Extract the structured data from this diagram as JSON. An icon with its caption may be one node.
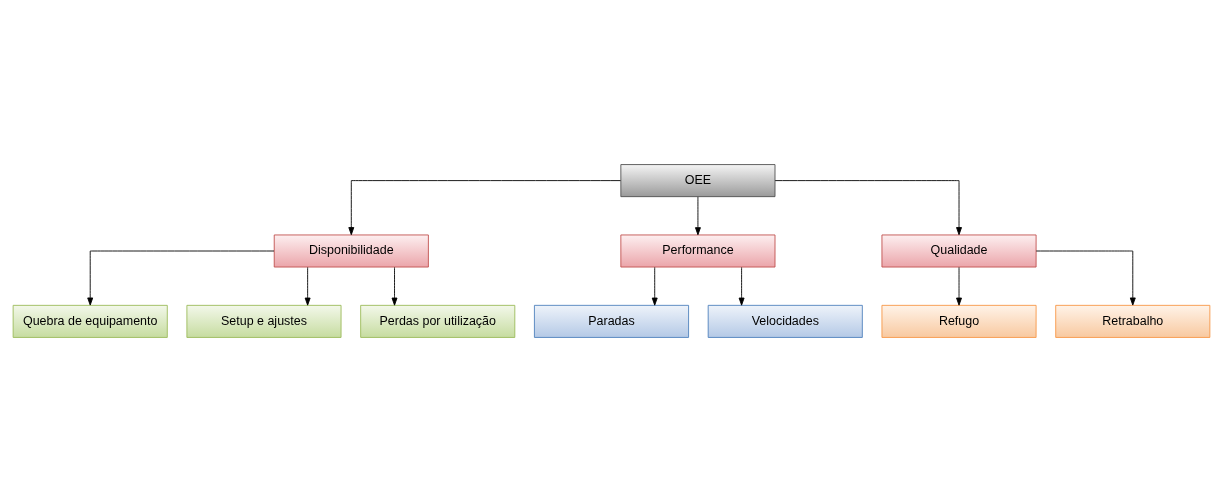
{
  "diagram": {
    "nodes": [
      {
        "text": [
          "OEE"
        ]
      },
      {
        "text": [
          "Disponibilidade"
        ]
      },
      {
        "text": [
          "Performance"
        ]
      },
      {
        "text": [
          "Qualidade"
        ]
      },
      {
        "text": [
          "Quebra de equipamento"
        ]
      },
      {
        "text": [
          "Setup e ajustes"
        ]
      },
      {
        "text": [
          "Perdas por utilização"
        ]
      },
      {
        "text": [
          "Paradas"
        ]
      },
      {
        "text": [
          "Velocidades"
        ]
      },
      {
        "text": [
          "Refugo"
        ]
      },
      {
        "text": [
          "Retrabalho"
        ]
      }
    ],
    "edges": [
      {
        "from": 0,
        "to": 1,
        "arrow": "to"
      },
      {
        "from": 0,
        "to": 2,
        "arrow": "to"
      },
      {
        "from": 0,
        "to": 3,
        "arrow": "to"
      },
      {
        "from": 1,
        "to": 4,
        "arrow": "to"
      },
      {
        "from": 1,
        "to": 5,
        "arrow": "to"
      },
      {
        "from": 1,
        "to": 6,
        "arrow": "to"
      },
      {
        "from": 2,
        "to": 7,
        "arrow": "to"
      },
      {
        "from": 2,
        "to": 8,
        "arrow": "to"
      },
      {
        "from": 3,
        "to": 9,
        "arrow": "to"
      },
      {
        "from": 3,
        "to": 10,
        "arrow": "to"
      }
    ]
  }
}
